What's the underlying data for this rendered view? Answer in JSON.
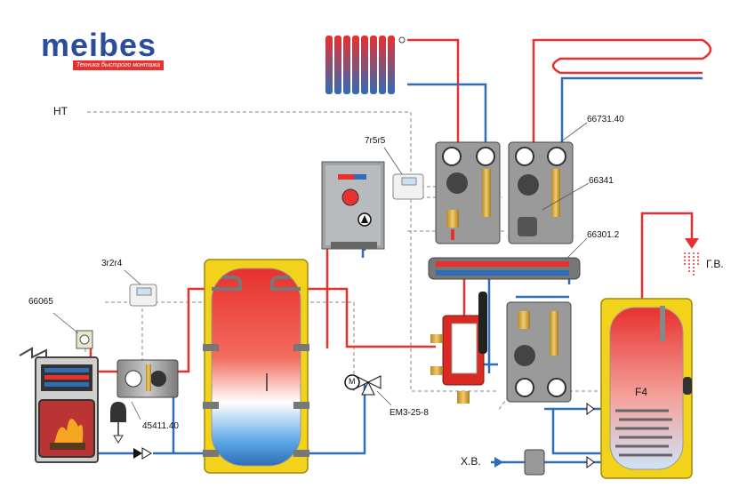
{
  "brand": {
    "name": "meibes",
    "slogan": "Техника быстрого монтажа"
  },
  "labels": {
    "ht": "HT",
    "controller_boiler": "66065",
    "controller_3r2r4": "3r2r4",
    "controller_7r5r5": "7r5r5",
    "group_66731": "66731.40",
    "group_66341": "66341",
    "manifold_66301": "66301.2",
    "boiler_group": "45411.40",
    "mixing_valve": "EM3-25-8",
    "hot_water": "Г.В.",
    "cold_water": "Х.В.",
    "sensor_f4": "F4",
    "valve_motor": "M"
  },
  "colors": {
    "supply": "#e8312f",
    "return": "#2f6db5",
    "control_line": "#888888",
    "tank_frame": "#f2d21a",
    "brand_blue": "#2a4e9c",
    "brand_red": "#e8312f"
  },
  "icons": [
    "radiator-icon",
    "floor-heating-icon",
    "shower-icon",
    "boiler-icon",
    "buffer-tank-icon",
    "dhw-tank-icon",
    "pump-icon",
    "mixing-valve-icon",
    "thermometer-icon",
    "expansion-vessel-icon",
    "check-valve-icon"
  ]
}
